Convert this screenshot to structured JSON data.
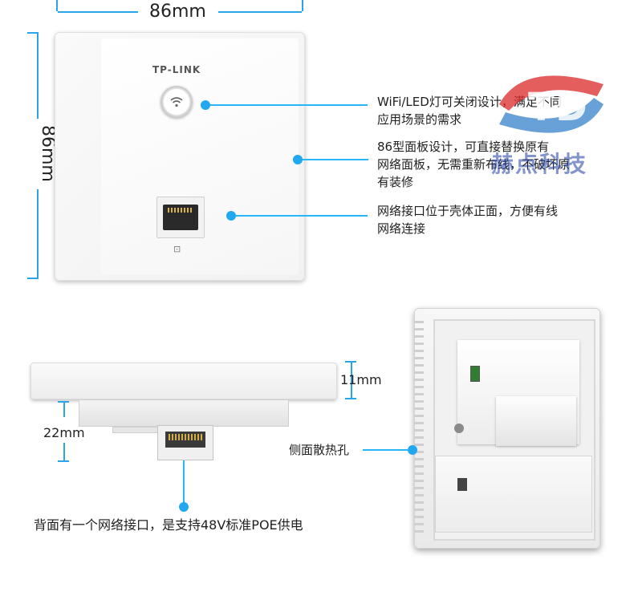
{
  "dimensions": {
    "width": "86mm",
    "height": "86mm",
    "depth_panel": "11mm",
    "depth_body": "22mm"
  },
  "front": {
    "brand": "TP-LINK"
  },
  "callouts": {
    "led": [
      "WiFi/LED灯可关闭设计，满足不同",
      "应用场景的需求"
    ],
    "panel": [
      "86型面板设计，可直接替换原有",
      "网络面板，无需重新布线，不破坏原",
      "有装修"
    ],
    "port": [
      "网络接口位于壳体正面，方便有线",
      "网络连接"
    ],
    "vents": "侧面散热孔",
    "back_port": "背面有一个网络接口，是支持48V标准POE供电"
  },
  "watermark": {
    "text": "赫点科技"
  },
  "colors": {
    "accent": "#29b6f6",
    "dot": "#22a8f0"
  }
}
